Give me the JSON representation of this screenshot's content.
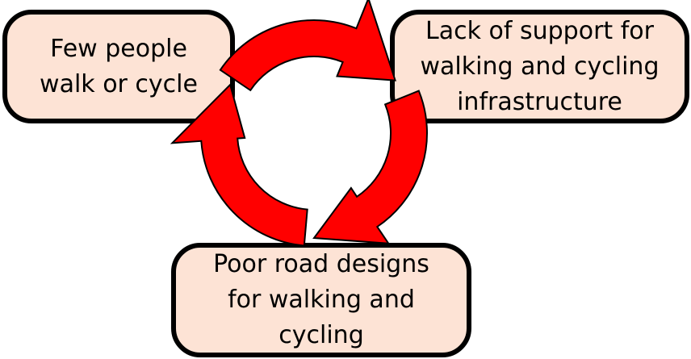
{
  "boxes": [
    {
      "lines": [
        "Few people",
        "walk or cycle"
      ]
    },
    {
      "lines": [
        "Lack of support for",
        "walking and cycling",
        "infrastructure"
      ]
    },
    {
      "lines": [
        "Poor road designs",
        "for walking and",
        "cycling"
      ]
    }
  ],
  "colors": {
    "arrow": "#ff0000",
    "box_fill": "#fde3d5",
    "stroke": "#000000"
  }
}
